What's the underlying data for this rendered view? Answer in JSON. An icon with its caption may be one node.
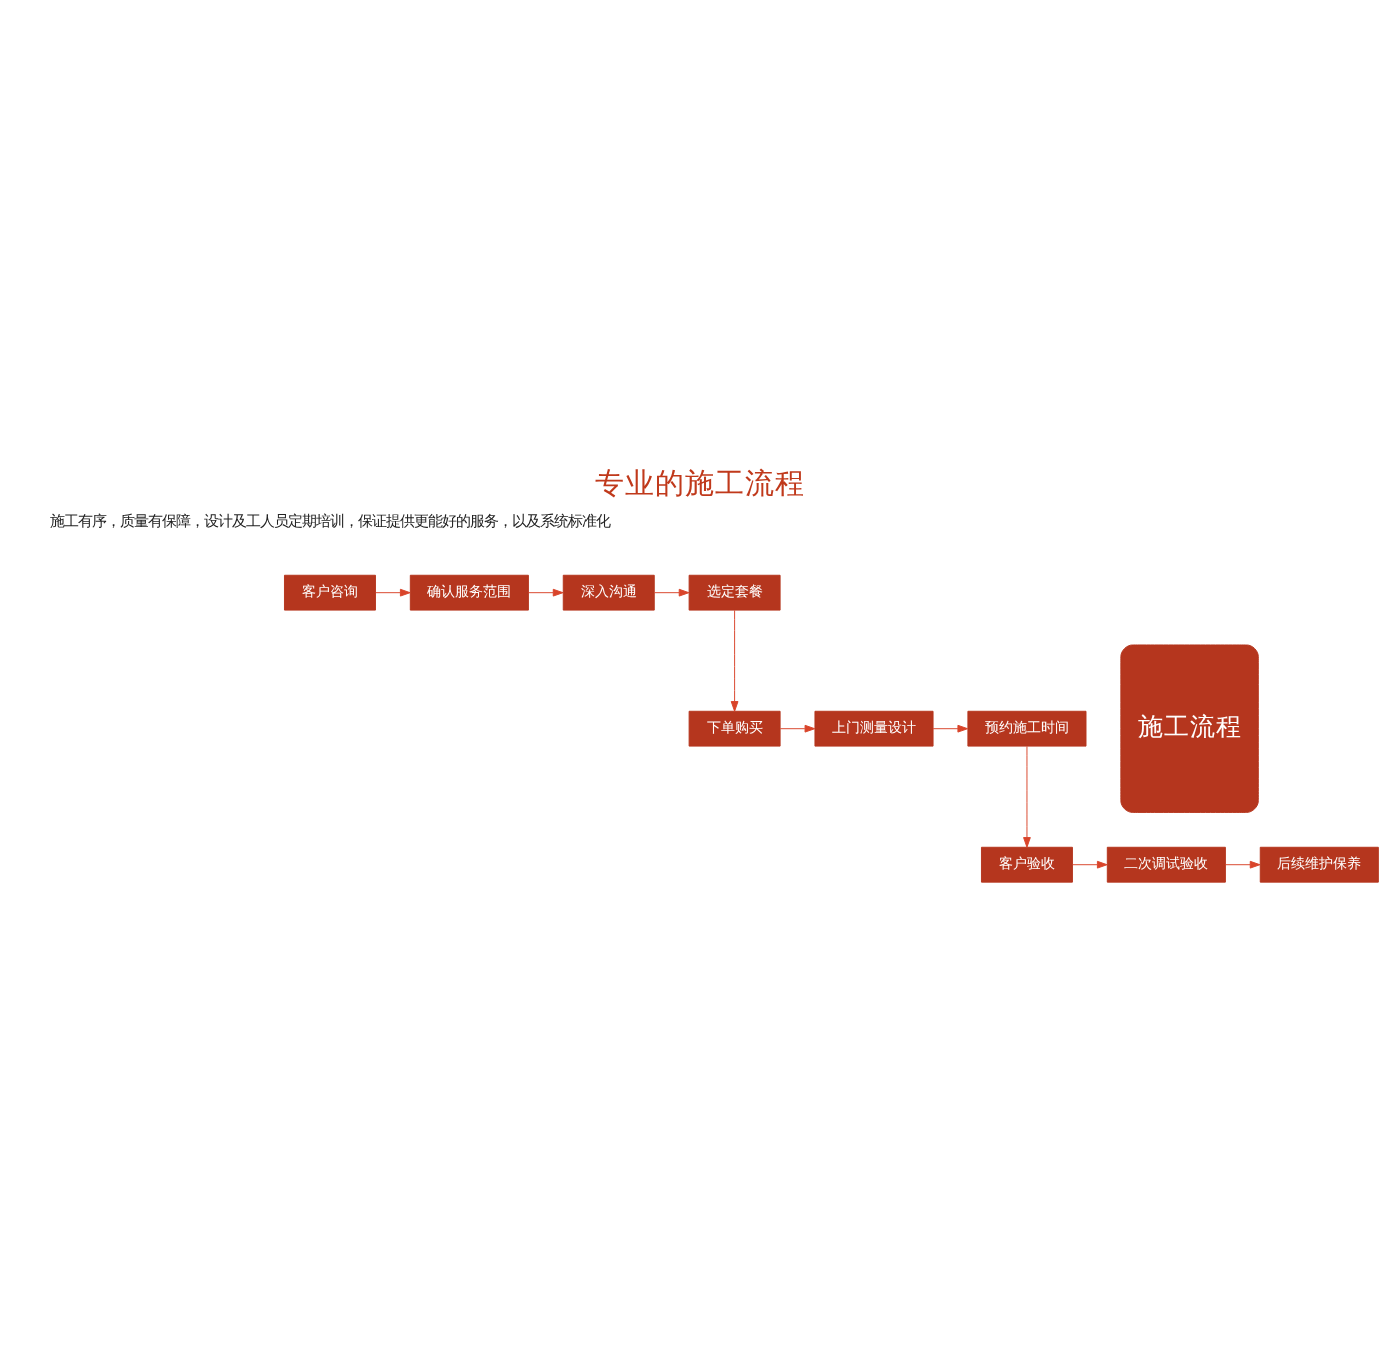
{
  "diagram": {
    "title": "专业的施工流程",
    "nodes": [
      {
        "text": [
          "施工流程"
        ]
      },
      {
        "text": [
          "客户咨询"
        ]
      },
      {
        "text": [
          "确认服务范围"
        ]
      },
      {
        "text": [
          "深入沟通"
        ]
      },
      {
        "text": [
          "选定套餐"
        ]
      },
      {
        "text": [
          "下单购买"
        ]
      },
      {
        "text": [
          "上门测量设计"
        ]
      },
      {
        "text": [
          "预约施工时间"
        ]
      },
      {
        "text": [
          "客户验收"
        ]
      },
      {
        "text": [
          "二次调试验收"
        ]
      },
      {
        "text": [
          "后续维护保养"
        ]
      }
    ],
    "edges": [
      {
        "from": 1,
        "to": 2,
        "arrow": "to"
      },
      {
        "from": 2,
        "to": 3,
        "arrow": "to"
      },
      {
        "from": 3,
        "to": 4,
        "arrow": "to"
      },
      {
        "from": 4,
        "to": 5,
        "arrow": "to"
      },
      {
        "from": 5,
        "to": 6,
        "arrow": "to"
      },
      {
        "from": 6,
        "to": 7,
        "arrow": "to"
      },
      {
        "from": 7,
        "to": 8,
        "arrow": "to"
      },
      {
        "from": 8,
        "to": 9,
        "arrow": "to"
      },
      {
        "from": 9,
        "to": 10,
        "arrow": "to"
      }
    ],
    "labels": [
      "施工有序，质量有保障，设计及工人员定期培训，保证提供更能好的服务，以及系统标准化"
    ]
  }
}
